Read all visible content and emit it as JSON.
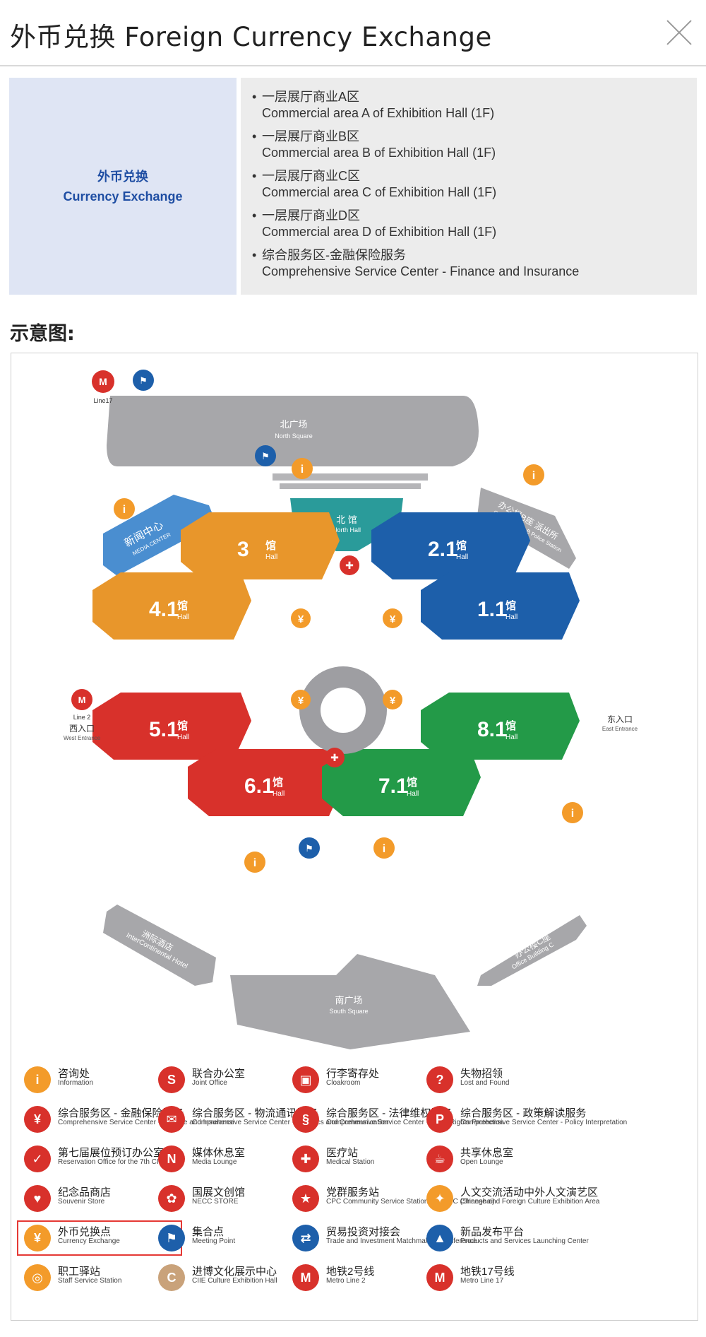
{
  "dialog": {
    "title": "外币兑换 Foreign Currency Exchange"
  },
  "info": {
    "category_zh": "外币兑换",
    "category_en": "Currency Exchange",
    "locations": [
      {
        "zh": "一层展厅商业A区",
        "en": "Commercial area A of Exhibition Hall (1F)"
      },
      {
        "zh": "一层展厅商业B区",
        "en": "Commercial area B of Exhibition Hall (1F)"
      },
      {
        "zh": "一层展厅商业C区",
        "en": "Commercial area C of Exhibition Hall (1F)"
      },
      {
        "zh": "一层展厅商业D区",
        "en": "Commercial area D of Exhibition Hall (1F)"
      },
      {
        "zh": "综合服务区-金融保险服务",
        "en": "Comprehensive Service Center - Finance and Insurance"
      }
    ]
  },
  "diagram_title": "示意图:",
  "map": {
    "north_square": {
      "zh": "北广场",
      "en": "North Square"
    },
    "south_square": {
      "zh": "南广场",
      "en": "South Square"
    },
    "north_hall": {
      "zh": "北 馆",
      "en": "North Hall"
    },
    "media_center": {
      "zh": "新闻中心",
      "en": "MEDIA CENTER"
    },
    "office_b": {
      "zh": "办公楼B座  派出所",
      "en": "Office Building B  Police Station"
    },
    "office_c": {
      "zh": "办公楼C座",
      "en": "Office Building C"
    },
    "intercontinental": {
      "zh": "洲际酒店",
      "en": "InterContinental Hotel"
    },
    "west_entrance": {
      "zh": "西入口",
      "en": "West Entrance"
    },
    "east_entrance": {
      "zh": "东入口",
      "en": "East Entrance"
    },
    "line17": "Line17",
    "line2": "Line 2",
    "halls": [
      {
        "num": "3",
        "zh": "馆",
        "en": "Hall",
        "color": "#e8962b"
      },
      {
        "num": "2.1",
        "zh": "馆",
        "en": "Hall",
        "color": "#1d5faa"
      },
      {
        "num": "4.1",
        "zh": "馆",
        "en": "Hall",
        "color": "#e8962b"
      },
      {
        "num": "1.1",
        "zh": "馆",
        "en": "Hall",
        "color": "#1d5faa"
      },
      {
        "num": "5.1",
        "zh": "馆",
        "en": "Hall",
        "color": "#d8312b"
      },
      {
        "num": "8.1",
        "zh": "馆",
        "en": "Hall",
        "color": "#239a48"
      },
      {
        "num": "6.1",
        "zh": "馆",
        "en": "Hall",
        "color": "#d8312b"
      },
      {
        "num": "7.1",
        "zh": "馆",
        "en": "Hall",
        "color": "#239a48"
      }
    ]
  },
  "legend": [
    {
      "zh": "咨询处",
      "en": "Information",
      "icon": "info-icon",
      "glyph": "i",
      "color": "#f39b2a"
    },
    {
      "zh": "联合办公室",
      "en": "Joint Office",
      "icon": "service-icon",
      "glyph": "S",
      "color": "#d8312b"
    },
    {
      "zh": "行李寄存处",
      "en": "Cloakroom",
      "icon": "luggage-icon",
      "glyph": "▣",
      "color": "#d8312b"
    },
    {
      "zh": "失物招领",
      "en": "Lost and Found",
      "icon": "lost-found-icon",
      "glyph": "?",
      "color": "#d8312b"
    },
    {
      "zh": "综合服务区 - 金融保险服务",
      "en": "Comprehensive Service Center - Finance and Insurance",
      "icon": "finance-icon",
      "glyph": "¥",
      "color": "#d8312b"
    },
    {
      "zh": "综合服务区 - 物流通讯服务",
      "en": "Comprehensive Service Center - Logistics and Communication",
      "icon": "logistics-icon",
      "glyph": "✉",
      "color": "#d8312b"
    },
    {
      "zh": "综合服务区 - 法律维权服务",
      "en": "Comprehensive Service Center - Legal Rights Protection",
      "icon": "legal-icon",
      "glyph": "§",
      "color": "#d8312b"
    },
    {
      "zh": "综合服务区 - 政策解读服务",
      "en": "Comprehensive Service Center - Policy Interpretation",
      "icon": "policy-icon",
      "glyph": "P",
      "color": "#d8312b"
    },
    {
      "zh": "第七届展位预订办公室",
      "en": "Reservation Office for the 7th CIIE",
      "icon": "reservation-icon",
      "glyph": "✓",
      "color": "#d8312b"
    },
    {
      "zh": "媒体休息室",
      "en": "Media Lounge",
      "icon": "media-lounge-icon",
      "glyph": "N",
      "color": "#d8312b"
    },
    {
      "zh": "医疗站",
      "en": "Medical Station",
      "icon": "medical-icon",
      "glyph": "✚",
      "color": "#d8312b"
    },
    {
      "zh": "共享休息室",
      "en": "Open Lounge",
      "icon": "lounge-icon",
      "glyph": "☕",
      "color": "#d8312b"
    },
    {
      "zh": "纪念品商店",
      "en": "Souvenir Store",
      "icon": "souvenir-icon",
      "glyph": "♥",
      "color": "#d8312b"
    },
    {
      "zh": "国展文创馆",
      "en": "NECC STORE",
      "icon": "necc-store-icon",
      "glyph": "✿",
      "color": "#d8312b"
    },
    {
      "zh": "党群服务站",
      "en": "CPC Community Service Station of NECC (Shanghai)",
      "icon": "cpc-icon",
      "glyph": "★",
      "color": "#d8312b"
    },
    {
      "zh": "人文交流活动中外人文演艺区",
      "en": "Chinese and Foreign Culture Exhibition Area",
      "icon": "culture-icon",
      "glyph": "✦",
      "color": "#f39b2a"
    },
    {
      "zh": "外币兑换点",
      "en": "Currency Exchange",
      "icon": "currency-exchange-icon",
      "glyph": "¥",
      "color": "#f39b2a"
    },
    {
      "zh": "集合点",
      "en": "Meeting Point",
      "icon": "meeting-point-icon",
      "glyph": "⚑",
      "color": "#1d5faa"
    },
    {
      "zh": "贸易投资对接会",
      "en": "Trade and Investment Matchmaking Conference",
      "icon": "handshake-icon",
      "glyph": "⇄",
      "color": "#1d5faa"
    },
    {
      "zh": "新品发布平台",
      "en": "Products and Services Launching Center",
      "icon": "launch-icon",
      "glyph": "▲",
      "color": "#1d5faa"
    },
    {
      "zh": "职工驿站",
      "en": "Staff Service Station",
      "icon": "staff-station-icon",
      "glyph": "◎",
      "color": "#f39b2a"
    },
    {
      "zh": "进博文化展示中心",
      "en": "CIIE Culture Exhibition Hall",
      "icon": "ciie-culture-icon",
      "glyph": "C",
      "color": "#c9a27a"
    },
    {
      "zh": "地铁2号线",
      "en": "Metro Line 2",
      "icon": "metro-line2-icon",
      "glyph": "M",
      "color": "#d8312b"
    },
    {
      "zh": "地铁17号线",
      "en": "Metro Line 17",
      "icon": "metro-line17-icon",
      "glyph": "M",
      "color": "#d8312b"
    }
  ]
}
